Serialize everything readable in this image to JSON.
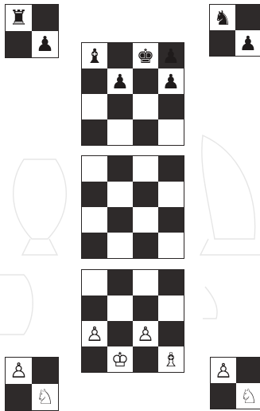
{
  "colors": {
    "dark_square": "#2e2a2a",
    "light_square": "#ffffff",
    "piece": "#1f1b1b",
    "watermark": "#e6e6e6"
  },
  "boards": [
    {
      "id": "corner-top-left",
      "squares": [
        [
          "light",
          "dark"
        ],
        [
          "dark",
          "light"
        ]
      ],
      "pieces": [
        {
          "row": 0,
          "col": 0,
          "type": "rook",
          "color": "black"
        },
        {
          "row": 1,
          "col": 1,
          "type": "pawn",
          "color": "black"
        }
      ]
    },
    {
      "id": "corner-top-right",
      "squares": [
        [
          "light",
          "dark"
        ],
        [
          "dark",
          "light"
        ]
      ],
      "pieces": [
        {
          "row": 0,
          "col": 0,
          "type": "knight",
          "color": "black"
        },
        {
          "row": 1,
          "col": 1,
          "type": "pawn",
          "color": "black"
        }
      ]
    },
    {
      "id": "top",
      "squares": [
        [
          "light",
          "dark",
          "light",
          "dark"
        ],
        [
          "dark",
          "light",
          "dark",
          "light"
        ],
        [
          "light",
          "dark",
          "light",
          "dark"
        ],
        [
          "dark",
          "light",
          "dark",
          "light"
        ]
      ],
      "pieces": [
        {
          "row": 0,
          "col": 0,
          "type": "bishop",
          "color": "black"
        },
        {
          "row": 0,
          "col": 2,
          "type": "king",
          "color": "black"
        },
        {
          "row": 0,
          "col": 3,
          "type": "pawn",
          "color": "black"
        },
        {
          "row": 1,
          "col": 1,
          "type": "pawn",
          "color": "black"
        },
        {
          "row": 1,
          "col": 3,
          "type": "pawn",
          "color": "black"
        }
      ]
    },
    {
      "id": "middle",
      "squares": [
        [
          "light",
          "dark",
          "light",
          "dark"
        ],
        [
          "dark",
          "light",
          "dark",
          "light"
        ],
        [
          "light",
          "dark",
          "light",
          "dark"
        ],
        [
          "dark",
          "light",
          "dark",
          "light"
        ]
      ],
      "pieces": []
    },
    {
      "id": "bottom",
      "squares": [
        [
          "light",
          "dark",
          "light",
          "dark"
        ],
        [
          "dark",
          "light",
          "dark",
          "light"
        ],
        [
          "light",
          "dark",
          "light",
          "dark"
        ],
        [
          "dark",
          "light",
          "dark",
          "light"
        ]
      ],
      "pieces": [
        {
          "row": 2,
          "col": 0,
          "type": "pawn",
          "color": "white"
        },
        {
          "row": 2,
          "col": 2,
          "type": "pawn",
          "color": "white"
        },
        {
          "row": 3,
          "col": 1,
          "type": "king",
          "color": "white"
        },
        {
          "row": 3,
          "col": 3,
          "type": "bishop",
          "color": "white"
        }
      ]
    },
    {
      "id": "corner-bottom-left",
      "squares": [
        [
          "light",
          "dark"
        ],
        [
          "dark",
          "light"
        ]
      ],
      "pieces": [
        {
          "row": 0,
          "col": 0,
          "type": "pawn",
          "color": "white"
        },
        {
          "row": 1,
          "col": 1,
          "type": "knight",
          "color": "white"
        }
      ]
    },
    {
      "id": "corner-bottom-right",
      "squares": [
        [
          "light",
          "dark"
        ],
        [
          "dark",
          "light"
        ]
      ],
      "pieces": [
        {
          "row": 0,
          "col": 0,
          "type": "pawn",
          "color": "white"
        },
        {
          "row": 1,
          "col": 1,
          "type": "knight",
          "color": "white"
        }
      ]
    }
  ]
}
